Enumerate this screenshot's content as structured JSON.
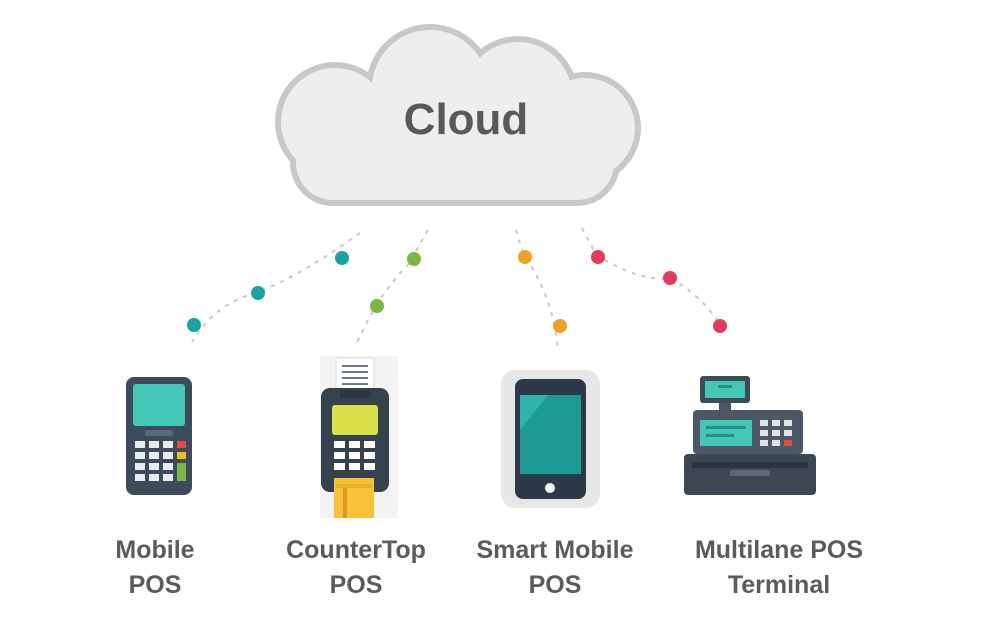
{
  "cloud": {
    "label": "Cloud"
  },
  "colors": {
    "teal": "#17a3a0",
    "green": "#7cb83f",
    "orange": "#f2a024",
    "red": "#e23b5c",
    "cloud_fill": "#eeeeee",
    "cloud_stroke": "#c8c8c8",
    "text": "#5a5b5d"
  },
  "devices": [
    {
      "name": "mobile-pos",
      "icon": "mobile-pos-icon",
      "label_line1": "Mobile",
      "label_line2": "POS",
      "connector_color": "teal"
    },
    {
      "name": "countertop-pos",
      "icon": "countertop-pos-icon",
      "label_line1": "CounterTop",
      "label_line2": "POS",
      "connector_color": "green"
    },
    {
      "name": "smart-mobile-pos",
      "icon": "smartphone-icon",
      "label_line1": "Smart Mobile",
      "label_line2": "POS",
      "connector_color": "orange"
    },
    {
      "name": "multilane-pos-terminal",
      "icon": "cash-register-icon",
      "label_line1": "Multilane POS",
      "label_line2": "Terminal",
      "connector_color": "red"
    }
  ]
}
